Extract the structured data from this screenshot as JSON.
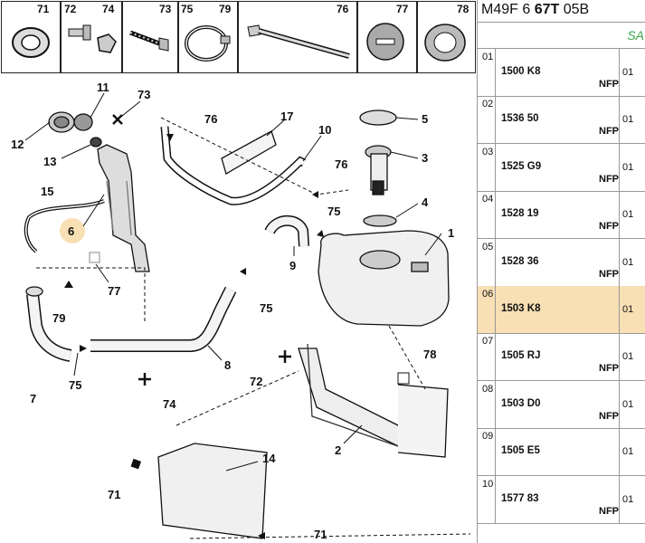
{
  "header": {
    "prefix": "M49F 6 ",
    "bold": "67T",
    "suffix": " 05B"
  },
  "sa_label": "SA",
  "thumbnails": [
    {
      "num": "71",
      "icon": "grommet-icon"
    },
    {
      "num": "72",
      "icon": "bolt-icon"
    },
    {
      "num": "74",
      "icon": "nut-icon"
    },
    {
      "num": "73",
      "icon": "screw-icon"
    },
    {
      "num": "75",
      "icon": "hose-clamp-icon"
    },
    {
      "num": "79",
      "icon": "clamp-icon"
    },
    {
      "num": "76",
      "icon": "cable-tie-icon"
    },
    {
      "num": "77",
      "icon": "plug-icon"
    },
    {
      "num": "78",
      "icon": "bush-icon"
    }
  ],
  "callouts": [
    "1",
    "2",
    "3",
    "4",
    "5",
    "6",
    "7",
    "8",
    "9",
    "10",
    "11",
    "12",
    "13",
    "14",
    "15",
    "17",
    "71",
    "71",
    "72",
    "73",
    "74",
    "75",
    "75",
    "75",
    "76",
    "76",
    "77",
    "78",
    "79"
  ],
  "parts": [
    {
      "idx": "01",
      "ref": "1500 K8",
      "status": "NFP",
      "qty": "01",
      "highlight": false
    },
    {
      "idx": "02",
      "ref": "1536 50",
      "status": "NFP",
      "qty": "01",
      "highlight": false
    },
    {
      "idx": "03",
      "ref": "1525 G9",
      "status": "NFP",
      "qty": "01",
      "highlight": false
    },
    {
      "idx": "04",
      "ref": "1528 19",
      "status": "NFP",
      "qty": "01",
      "highlight": false
    },
    {
      "idx": "05",
      "ref": "1528 36",
      "status": "NFP",
      "qty": "01",
      "highlight": false
    },
    {
      "idx": "06",
      "ref": "1503 K8",
      "status": "",
      "qty": "01",
      "highlight": true
    },
    {
      "idx": "07",
      "ref": "1505 RJ",
      "status": "NFP",
      "qty": "01",
      "highlight": false
    },
    {
      "idx": "08",
      "ref": "1503 D0",
      "status": "NFP",
      "qty": "01",
      "highlight": false
    },
    {
      "idx": "09",
      "ref": "1505 E5",
      "status": "",
      "qty": "01",
      "highlight": false
    },
    {
      "idx": "10",
      "ref": "1577 83",
      "status": "NFP",
      "qty": "01",
      "highlight": false
    }
  ]
}
